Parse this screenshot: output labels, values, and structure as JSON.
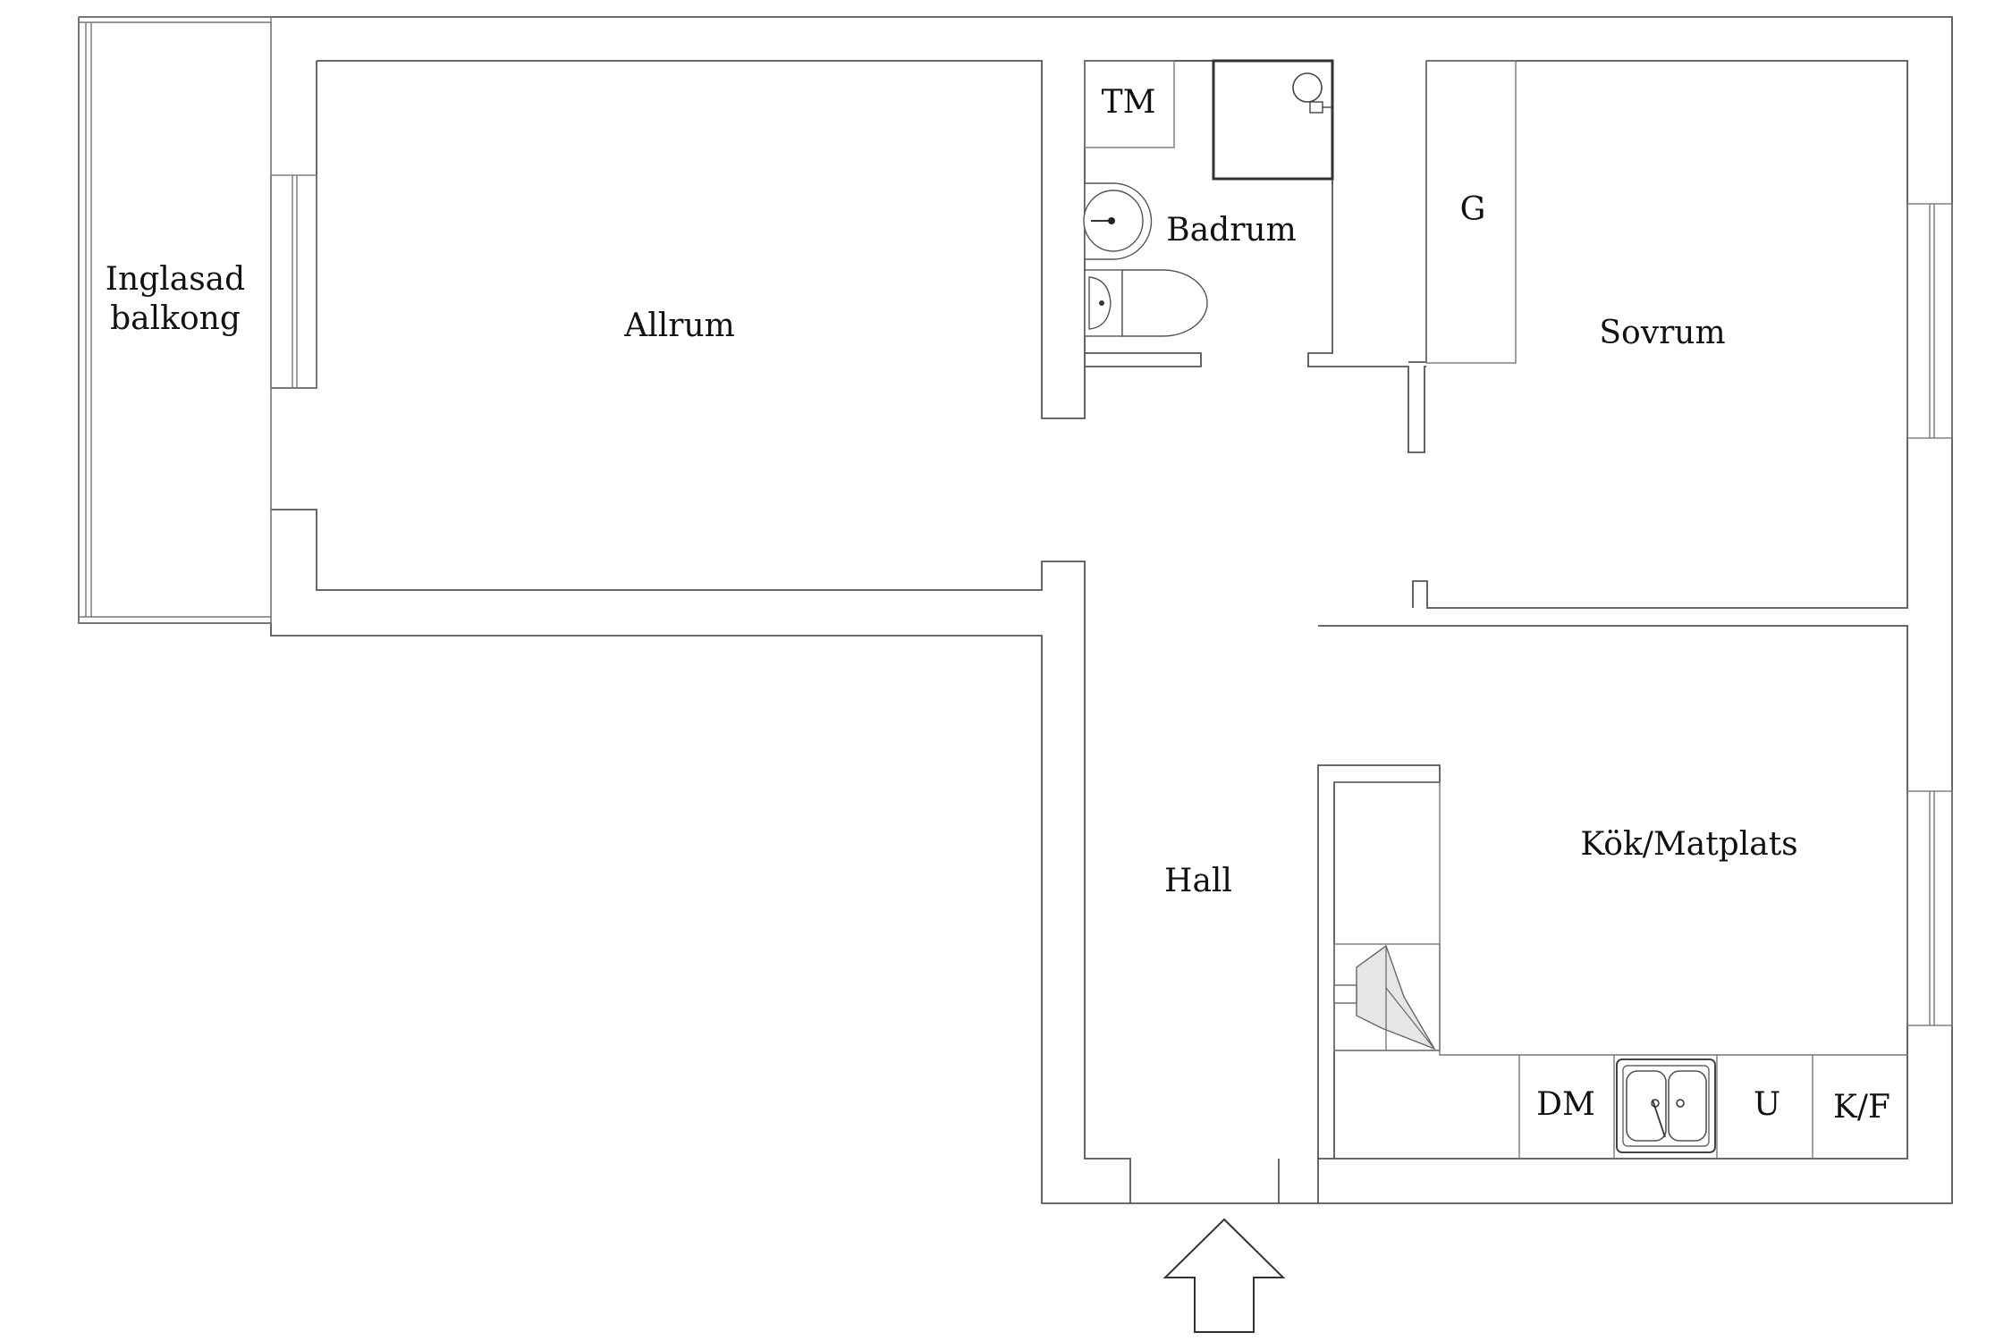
{
  "rooms": {
    "balcony_line1": "Inglasad",
    "balcony_line2": "balkong",
    "living": "Allrum",
    "bathroom": "Badrum",
    "laundry": "TM",
    "wardrobe": "G",
    "bedroom": "Sovrum",
    "hall": "Hall",
    "kitchen": "Kök/Matplats",
    "dishwasher": "DM",
    "oven": "U",
    "fridge": "K/F"
  },
  "icons": {
    "entrance": "entrance-arrow-icon",
    "toilet": "toilet-icon",
    "basin": "wash-basin-icon",
    "shower": "shower-icon",
    "sink": "kitchen-sink-icon",
    "stove": "stove-icon"
  }
}
